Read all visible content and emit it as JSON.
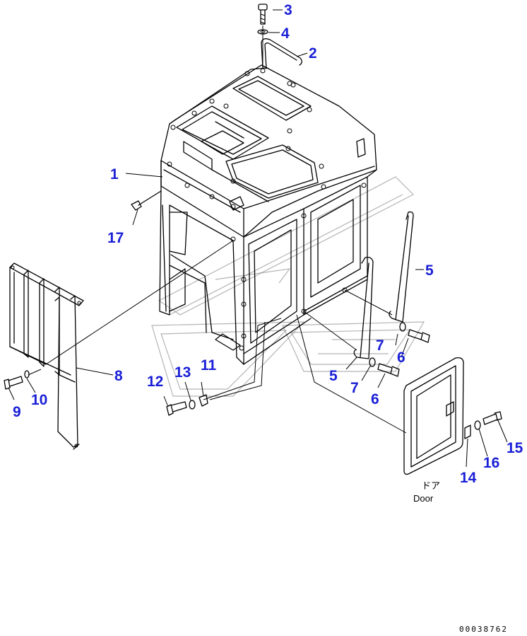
{
  "callouts": [
    {
      "id": "c1",
      "label": "1"
    },
    {
      "id": "c2",
      "label": "2"
    },
    {
      "id": "c3",
      "label": "3"
    },
    {
      "id": "c4",
      "label": "4"
    },
    {
      "id": "c5a",
      "label": "5"
    },
    {
      "id": "c5b",
      "label": "5"
    },
    {
      "id": "c6a",
      "label": "6"
    },
    {
      "id": "c6b",
      "label": "6"
    },
    {
      "id": "c7a",
      "label": "7"
    },
    {
      "id": "c7b",
      "label": "7"
    },
    {
      "id": "c8",
      "label": "8"
    },
    {
      "id": "c9",
      "label": "9"
    },
    {
      "id": "c10",
      "label": "10"
    },
    {
      "id": "c11",
      "label": "11"
    },
    {
      "id": "c12",
      "label": "12"
    },
    {
      "id": "c13",
      "label": "13"
    },
    {
      "id": "c14",
      "label": "14"
    },
    {
      "id": "c15",
      "label": "15"
    },
    {
      "id": "c16",
      "label": "16"
    },
    {
      "id": "c17",
      "label": "17"
    }
  ],
  "door_label_jp": "ドア",
  "door_label": "Door",
  "drawing_number": "00038762",
  "colors": {
    "callout": "#1a1fd6",
    "line": "#000000",
    "watermark": "#777777"
  }
}
